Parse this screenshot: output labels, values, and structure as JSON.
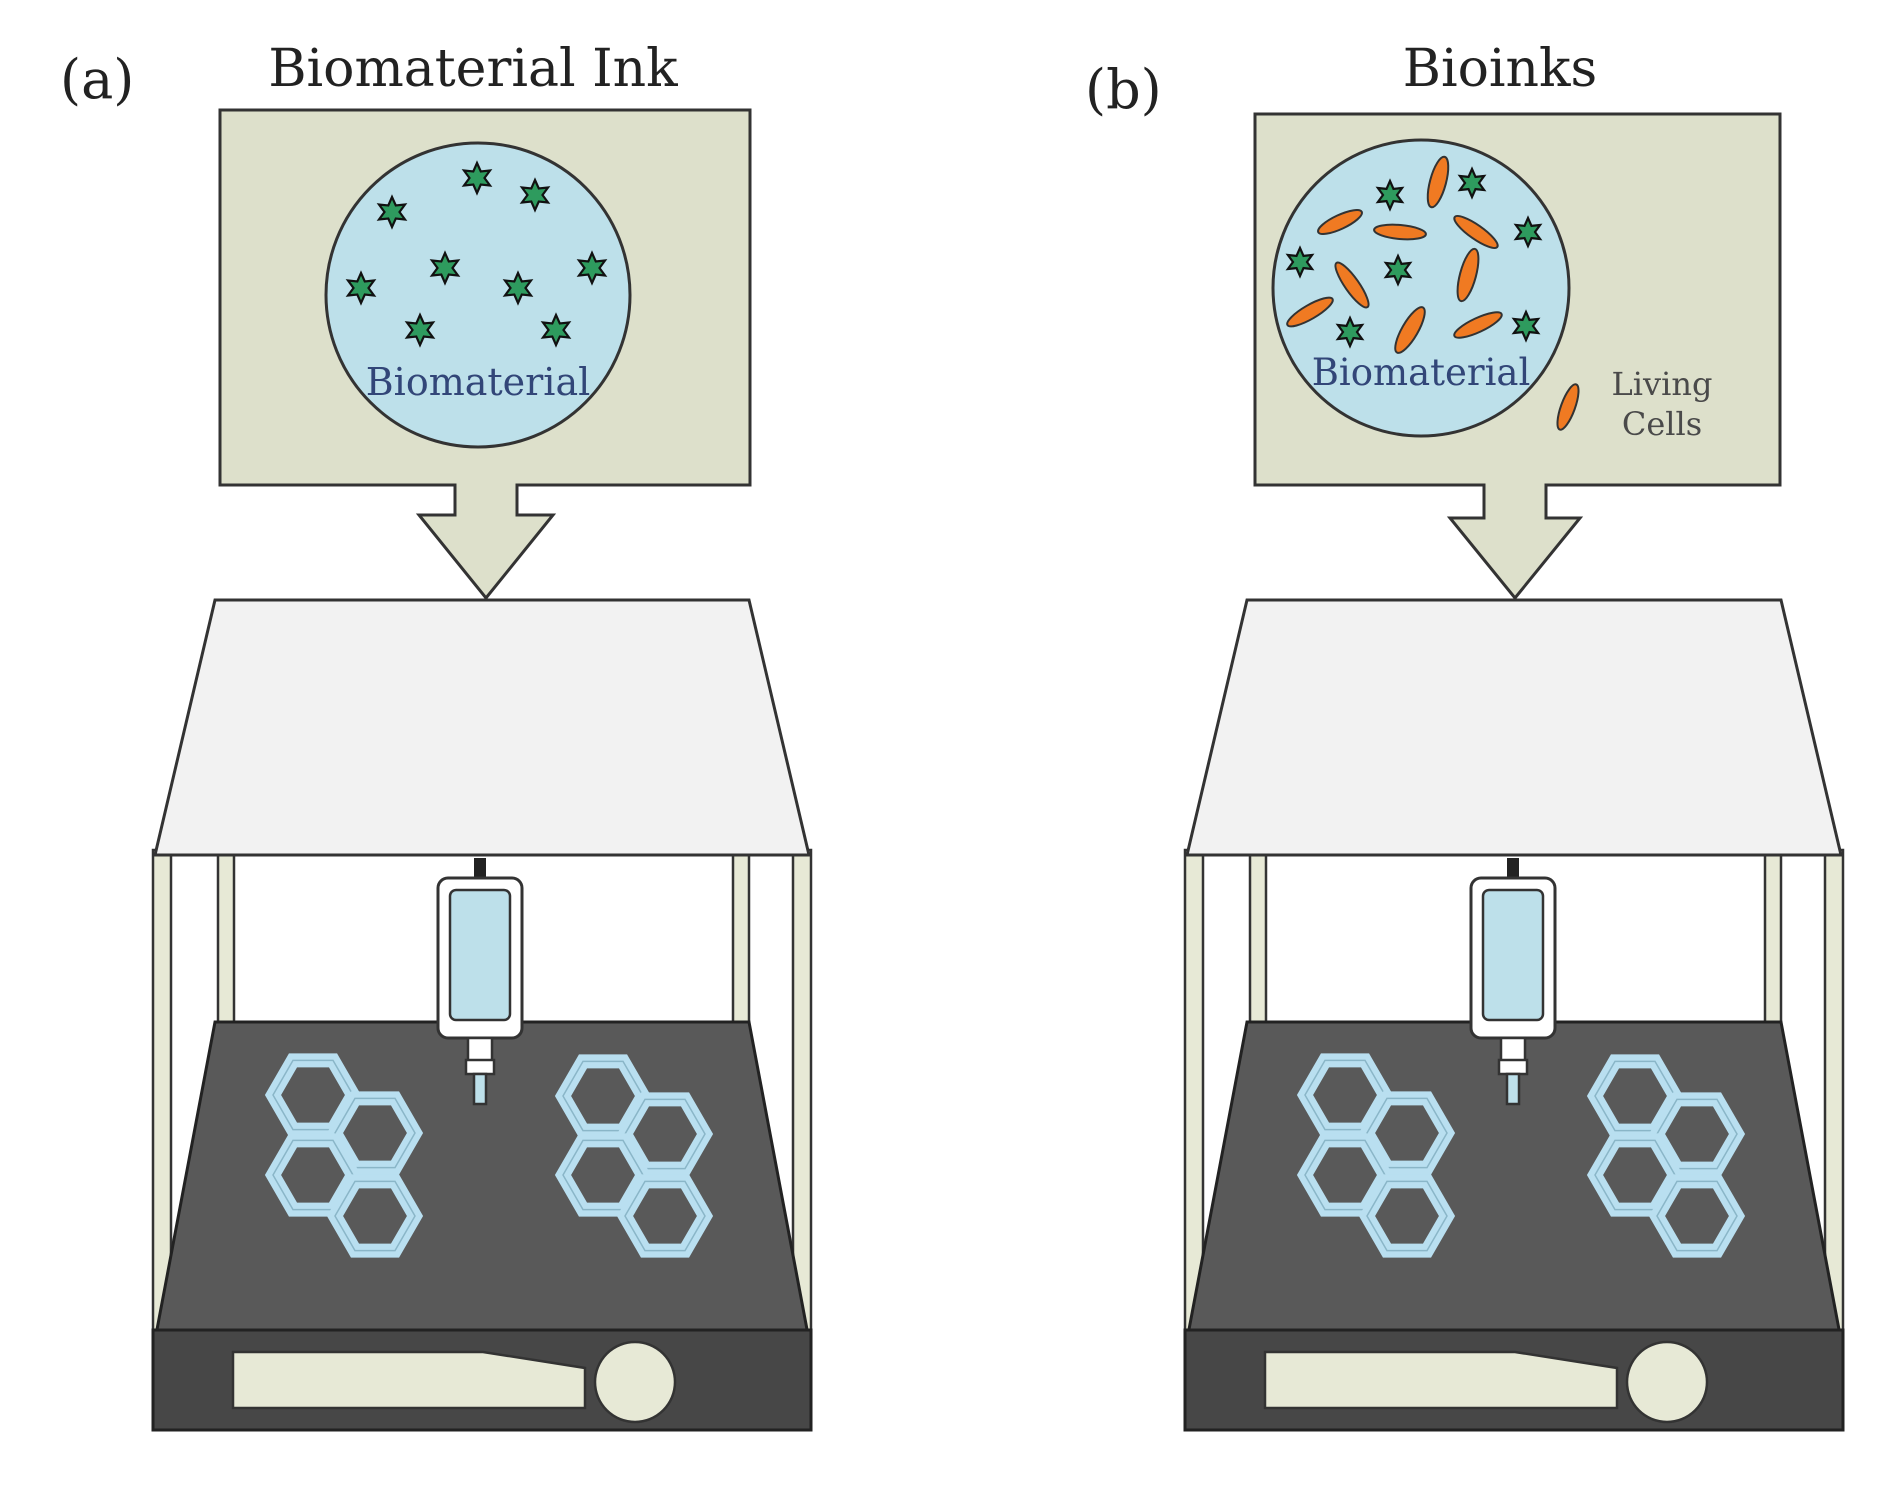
{
  "panels": [
    {
      "id": "a",
      "panel_label": "(a)",
      "title": "Biomaterial Ink",
      "circle_label": "Biomaterial",
      "legend": null
    },
    {
      "id": "b",
      "panel_label": "(b)",
      "title": "Bioinks",
      "circle_label": "Biomaterial",
      "legend": {
        "line1": "Living",
        "line2": "Cells"
      }
    }
  ],
  "colors": {
    "box_fill": "#dde0cb",
    "circle_fill": "#bde0ea",
    "star_fill": "#2e9b5e",
    "cell_fill": "#f07a22",
    "roof_fill": "#f2f2f2",
    "post_fill": "#e7e9d6",
    "platform_fill": "#595959",
    "base_fill": "#474747",
    "hex_stroke": "#b9dff0",
    "cartridge_fill": "#bde0ea",
    "text_blue": "#324678",
    "text_dark": "#4a4a4a"
  },
  "icons": {
    "star": "six-point-star-icon",
    "cell": "elongated-cell-icon"
  }
}
